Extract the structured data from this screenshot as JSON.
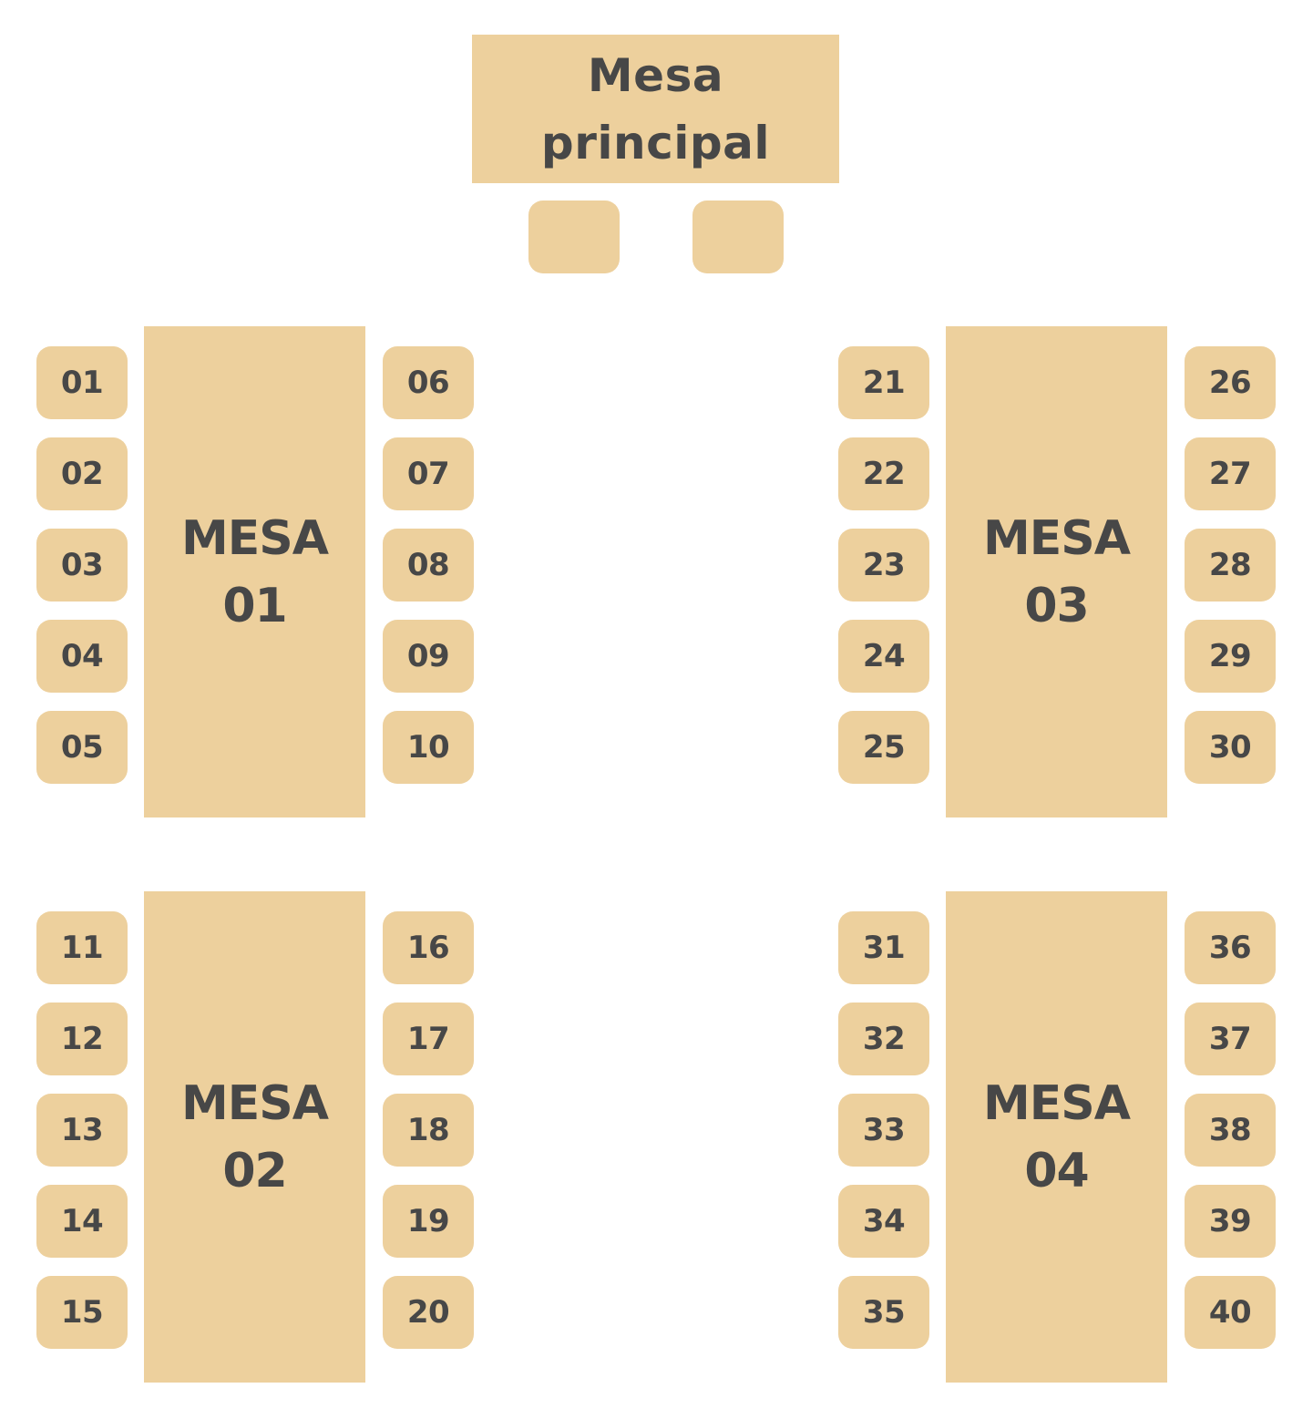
{
  "head_table": {
    "line1": "Mesa",
    "line2": "principal"
  },
  "head_seats": [
    "",
    ""
  ],
  "tables": [
    {
      "line1": "MESA",
      "line2": "01",
      "left_seats": [
        "01",
        "02",
        "03",
        "04",
        "05"
      ],
      "right_seats": [
        "06",
        "07",
        "08",
        "09",
        "10"
      ]
    },
    {
      "line1": "MESA",
      "line2": "02",
      "left_seats": [
        "11",
        "12",
        "13",
        "14",
        "15"
      ],
      "right_seats": [
        "16",
        "17",
        "18",
        "19",
        "20"
      ]
    },
    {
      "line1": "MESA",
      "line2": "03",
      "left_seats": [
        "21",
        "22",
        "23",
        "24",
        "25"
      ],
      "right_seats": [
        "26",
        "27",
        "28",
        "29",
        "30"
      ]
    },
    {
      "line1": "MESA",
      "line2": "04",
      "left_seats": [
        "31",
        "32",
        "33",
        "34",
        "35"
      ],
      "right_seats": [
        "36",
        "37",
        "38",
        "39",
        "40"
      ]
    }
  ],
  "colors": {
    "table_fill": "#edd09d",
    "text": "#474747",
    "background": "#ffffff"
  }
}
